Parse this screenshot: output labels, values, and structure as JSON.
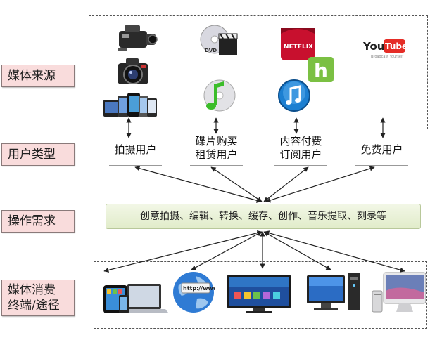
{
  "labels": {
    "media_source": "媒体来源",
    "user_type": "用户类型",
    "operation_needs": "操作需求",
    "terminal_line1": "媒体消费",
    "terminal_line2": "终端/途径"
  },
  "user_types": {
    "shoot": "拍摄用户",
    "disc_line1": "碟片购买",
    "disc_line2": "租赁用户",
    "paid_line1": "内容付费",
    "paid_line2": "订阅用户",
    "free": "免费用户"
  },
  "operations_text": "创意拍摄、编辑、转换、缓存、创作、音乐提取、刻录等",
  "logos": {
    "netflix": "NETFLIX",
    "youtube_you": "You",
    "youtube_tube": "Tube",
    "youtube_tagline": "Broadcast Yourself",
    "hulu": "h",
    "dvd": "DVD",
    "http": "http://www"
  },
  "colors": {
    "label_bg": "#f9dcdc",
    "ops_bg": "#e6efd4",
    "netflix_red": "#c8102e",
    "hulu_green": "#7bc043",
    "youtube_red": "#e52d27"
  }
}
